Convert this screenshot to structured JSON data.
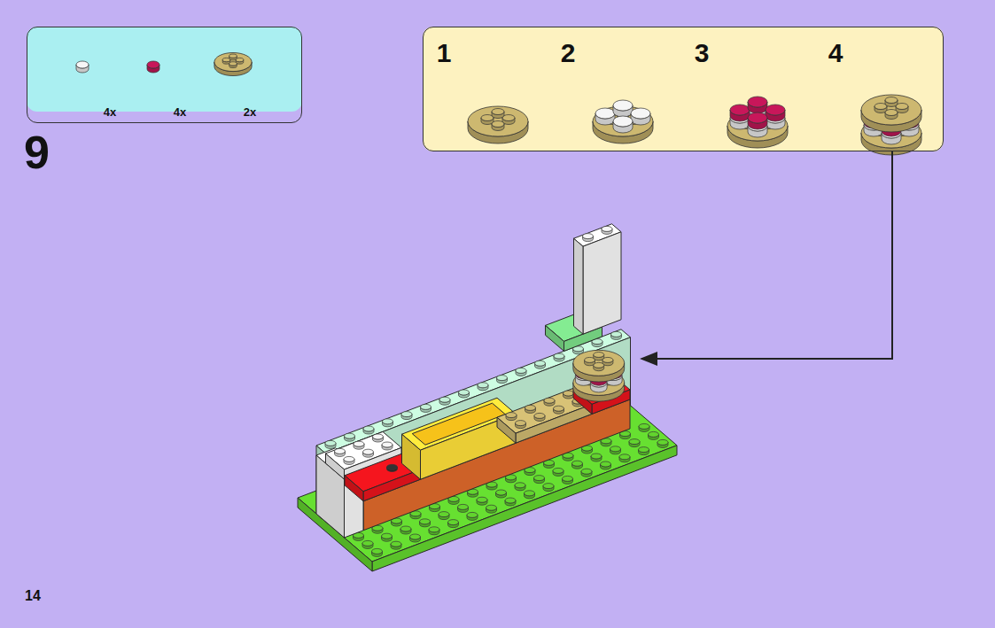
{
  "diagram": {
    "nodes": [
      {
        "text": [
          "4x",
          "4x",
          "2x"
        ]
      },
      {
        "text": [
          "1",
          "2",
          "3",
          "4"
        ]
      }
    ],
    "labels": [
      "9",
      "14"
    ]
  }
}
